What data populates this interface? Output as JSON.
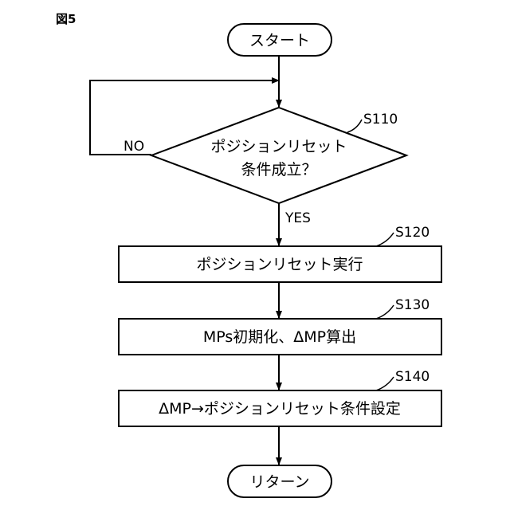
{
  "figure_label": "図5",
  "nodes": {
    "start": {
      "text": "スタート"
    },
    "decision": {
      "line1": "ポジションリセット",
      "line2": "条件成立？",
      "step": "S110"
    },
    "s120": {
      "text": "ポジションリセット実行",
      "step": "S120"
    },
    "s130": {
      "text": "MPs初期化、ΔMP算出",
      "step": "S130"
    },
    "s140": {
      "text": "ΔMP→ポジションリセット条件設定",
      "step": "S140"
    },
    "end": {
      "text": "リターン"
    }
  },
  "edge_labels": {
    "no": "NO",
    "yes": "YES"
  },
  "colors": {
    "stroke": "#000000",
    "background": "#ffffff"
  }
}
